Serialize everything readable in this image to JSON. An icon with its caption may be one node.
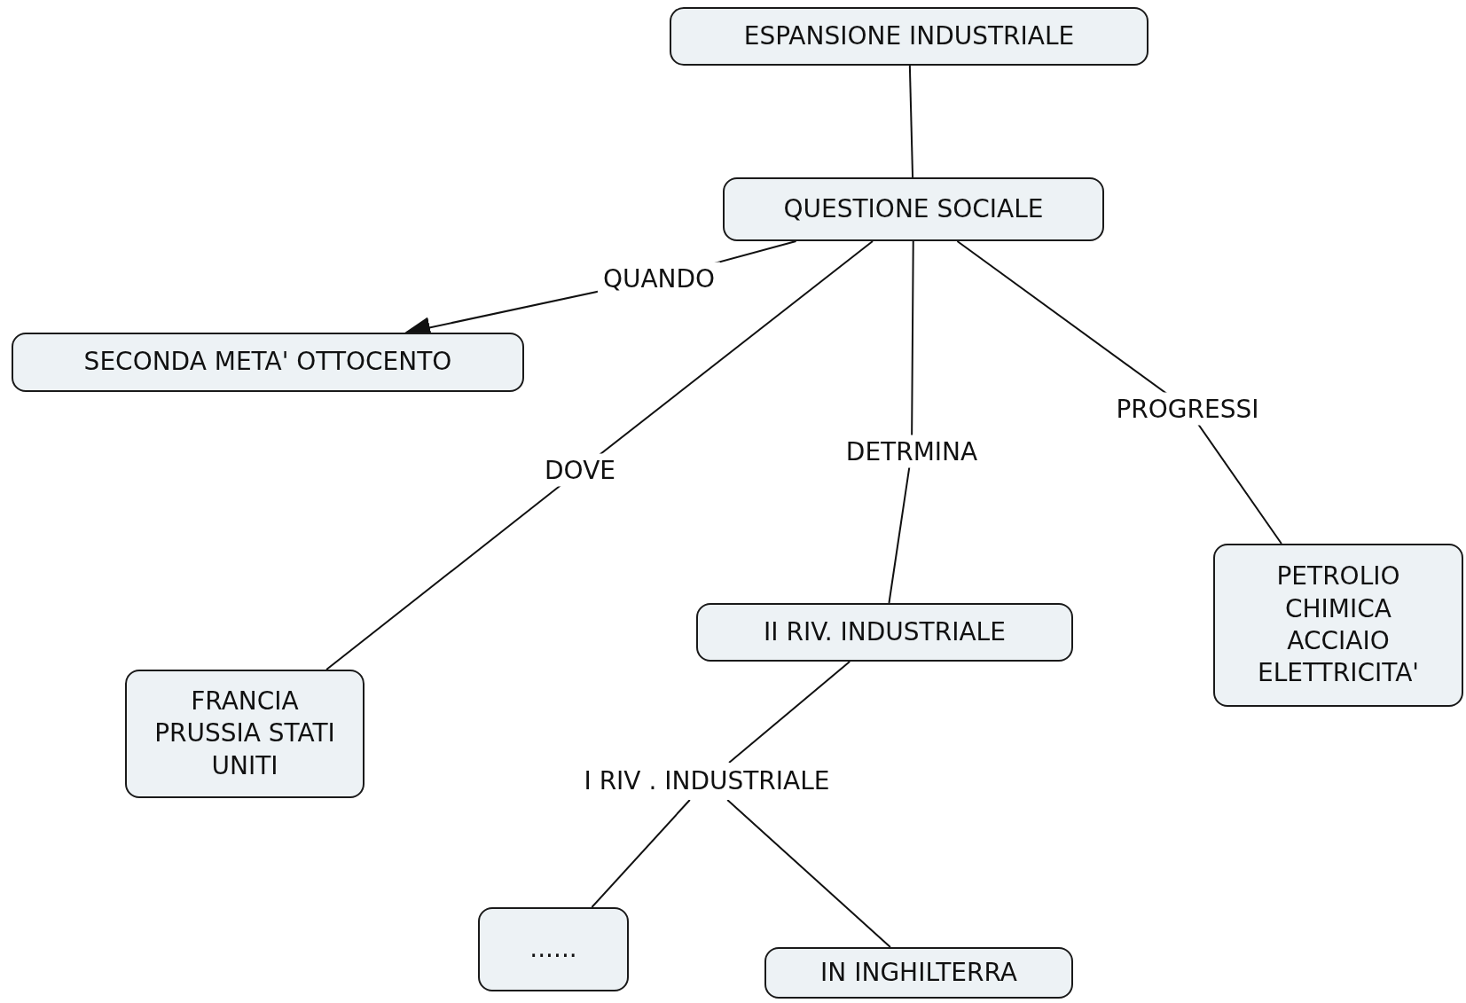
{
  "diagram": {
    "nodes": [
      {
        "text": [
          "ESPANSIONE INDUSTRIALE"
        ]
      },
      {
        "text": [
          "QUESTIONE SOCIALE"
        ]
      },
      {
        "text": [
          "SECONDA META' OTTOCENTO"
        ]
      },
      {
        "text": [
          "PETROLIO CHIMICA ACCIAIO ELETTRICITA'"
        ]
      },
      {
        "text": [
          "II RIV. INDUSTRIALE"
        ]
      },
      {
        "text": [
          "FRANCIA PRUSSIA STATI UNITI"
        ]
      },
      {
        "text": [
          "I RIV . INDUSTRIALE"
        ]
      },
      {
        "text": [
          "......"
        ]
      },
      {
        "text": [
          "IN INGHILTERRA"
        ]
      }
    ],
    "edges": [
      {
        "from": 0,
        "to": 1,
        "arrow": "none"
      },
      {
        "from": 1,
        "to": 2,
        "arrow": "to",
        "label": "QUANDO"
      },
      {
        "from": 1,
        "to": 5,
        "arrow": "none",
        "label": "DOVE"
      },
      {
        "from": 1,
        "to": 4,
        "arrow": "none",
        "label": "DETRMINA"
      },
      {
        "from": 1,
        "to": 3,
        "arrow": "none",
        "label": "PROGRESSI"
      },
      {
        "from": 4,
        "to": 6,
        "arrow": "none"
      },
      {
        "from": 6,
        "to": 7,
        "arrow": "none"
      },
      {
        "from": 6,
        "to": 8,
        "arrow": "none"
      }
    ]
  }
}
